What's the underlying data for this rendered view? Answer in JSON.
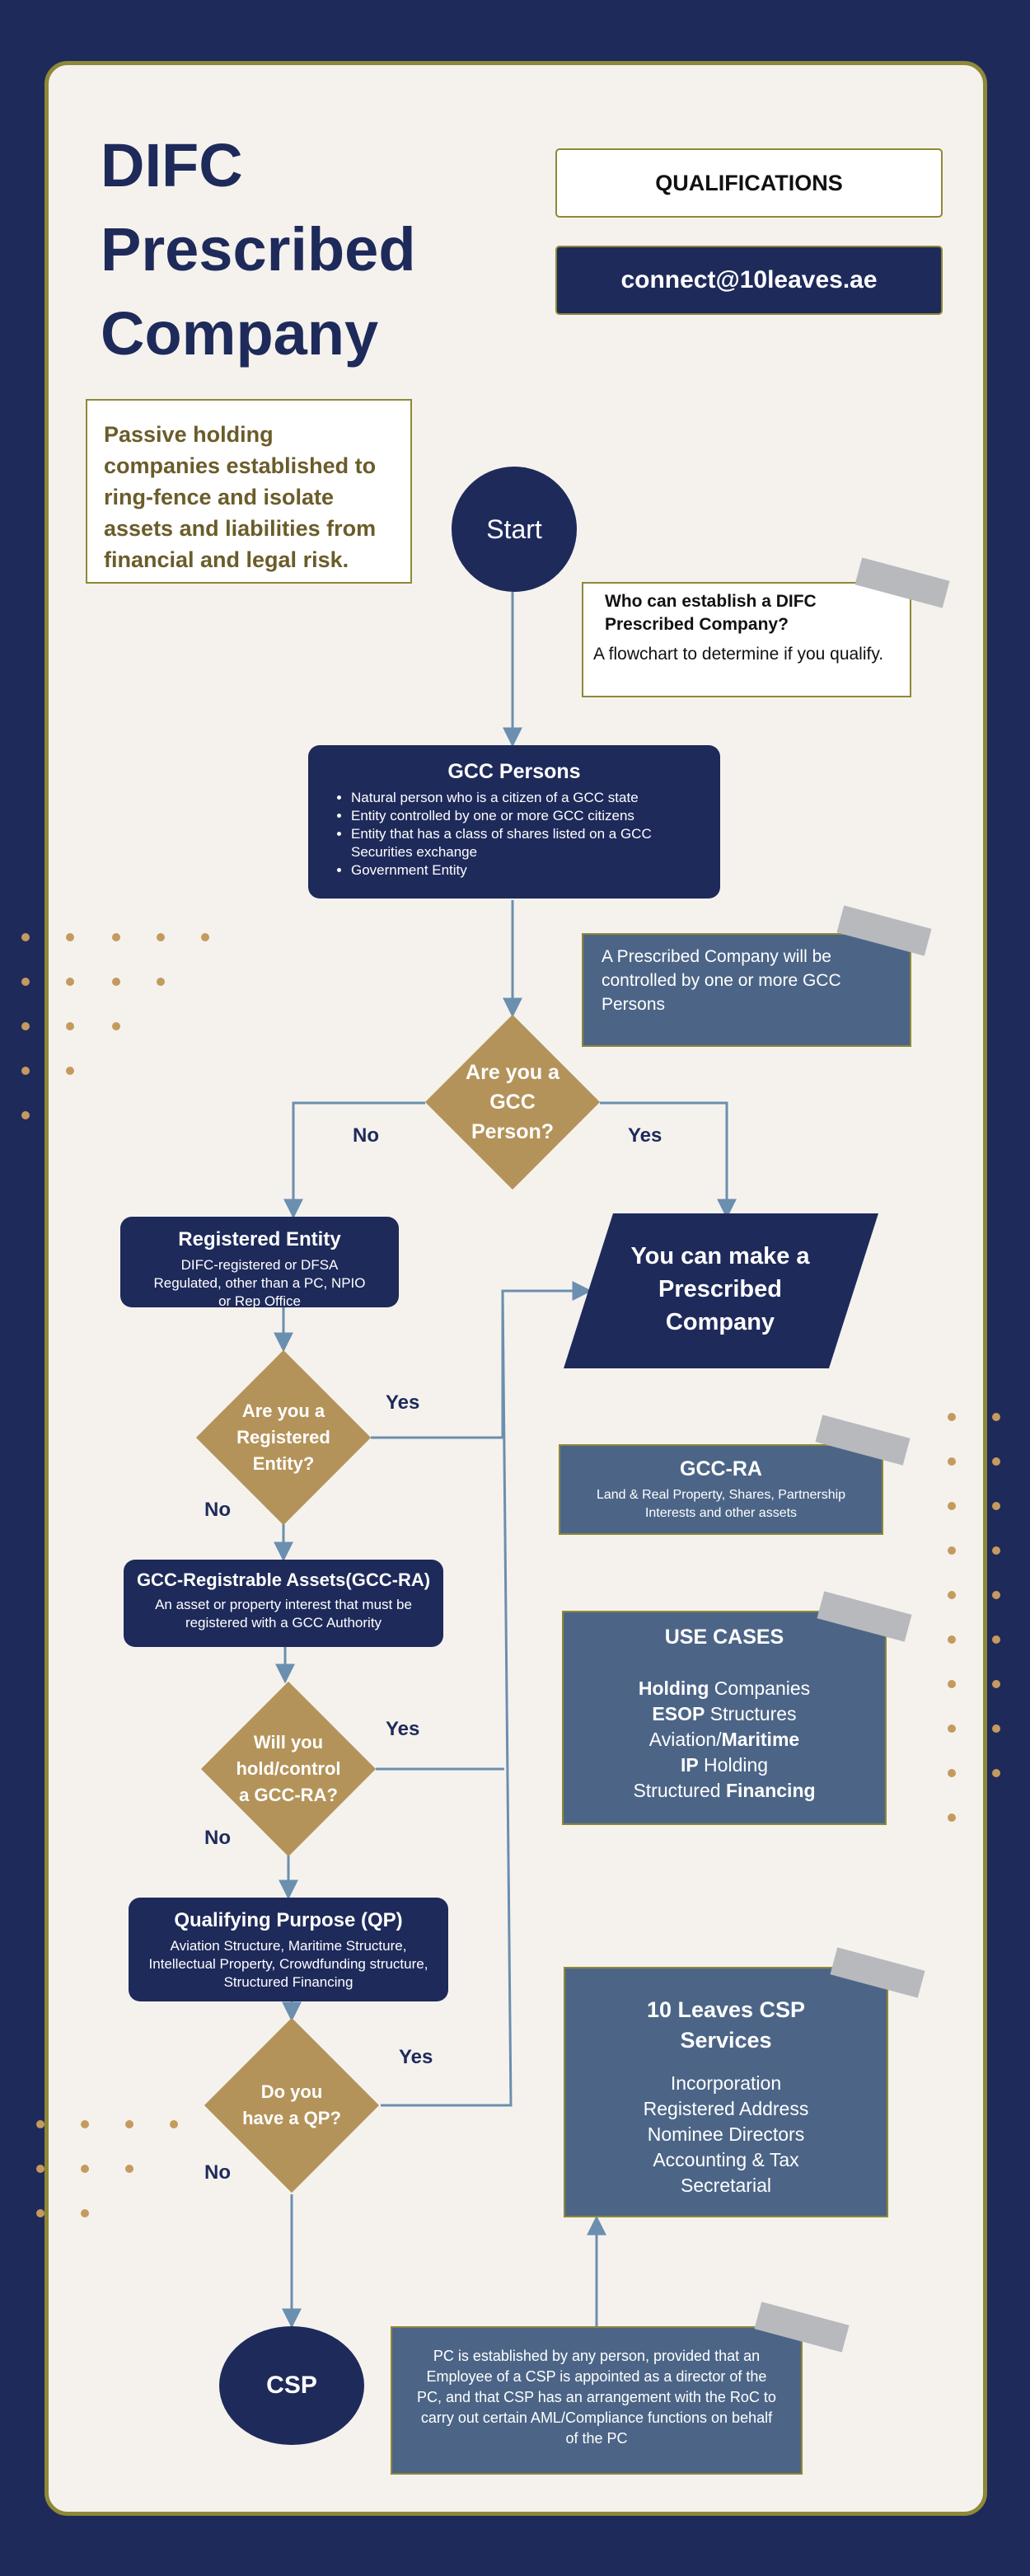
{
  "header": {
    "title_lines": [
      "DIFC",
      "Prescribed",
      "Company"
    ],
    "qualifications_label": "QUALIFICATIONS",
    "email": "connect@10leaves.ae",
    "intro": "Passive holding companies established to ring-fence and isolate assets and liabilities from financial and legal risk."
  },
  "start": {
    "label": "Start"
  },
  "who_note": {
    "title": "Who can establish a DIFC Prescribed Company?",
    "text": "A flowchart to determine if you qualify."
  },
  "gcc_persons": {
    "title": "GCC Persons",
    "items": [
      "Natural person who is a citizen of a GCC state",
      "Entity controlled by one or more GCC citizens",
      "Entity that has a class of shares listed on a GCC Securities exchange",
      "Government Entity"
    ]
  },
  "control_note": {
    "text": "A Prescribed Company will be controlled by one or more GCC Persons"
  },
  "q1": {
    "label": "Are you a GCC Person?",
    "no": "No",
    "yes": "Yes"
  },
  "result": {
    "label": "You can make a Prescribed Company"
  },
  "registered_entity": {
    "title": "Registered Entity",
    "text": "DIFC-registered or DFSA Regulated, other than a PC, NPIO or Rep Office"
  },
  "q2": {
    "label": "Are you a Registered Entity?",
    "yes": "Yes",
    "no": "No"
  },
  "gcc_ra_info": {
    "title": "GCC-RA",
    "text": "Land & Real Property, Shares, Partnership Interests and other assets"
  },
  "gcc_registrable": {
    "title": "GCC-Registrable Assets(GCC-RA)",
    "text": "An asset or property interest that must be registered with a GCC Authority"
  },
  "use_cases": {
    "title": "USE CASES",
    "lines": [
      {
        "bold": "Holding",
        "rest": " Companies"
      },
      {
        "bold": "ESOP",
        "rest": " Structures"
      },
      {
        "pre": "Aviation/",
        "bold": "Maritime"
      },
      {
        "bold": "IP",
        "rest": " Holding"
      },
      {
        "pre": "Structured ",
        "bold": "Financing"
      }
    ]
  },
  "q3": {
    "label": "Will you hold/control a GCC-RA?",
    "yes": "Yes",
    "no": "No"
  },
  "qualifying_purpose": {
    "title": "Qualifying Purpose (QP)",
    "text": "Aviation Structure, Maritime Structure, Intellectual Property, Crowdfunding structure, Structured Financing"
  },
  "q4": {
    "label": "Do you have a QP?",
    "yes": "Yes",
    "no": "No"
  },
  "services": {
    "title": "10 Leaves CSP Services",
    "items": [
      "Incorporation",
      "Registered Address",
      "Nominee Directors",
      "Accounting & Tax",
      "Secretarial"
    ]
  },
  "csp": {
    "label": "CSP"
  },
  "csp_note": {
    "text": "PC is established by any person, provided that an Employee of a CSP is appointed as a director of the PC, and that CSP has an arrangement with the RoC to carry out certain AML/Compliance functions on behalf of the PC"
  },
  "colors": {
    "navy": "#1e2a5a",
    "gold": "#b4935a",
    "slate": "#4c6587",
    "olive_border": "#8f8836",
    "background": "#f5f2ee",
    "connector": "#6b8fae"
  }
}
